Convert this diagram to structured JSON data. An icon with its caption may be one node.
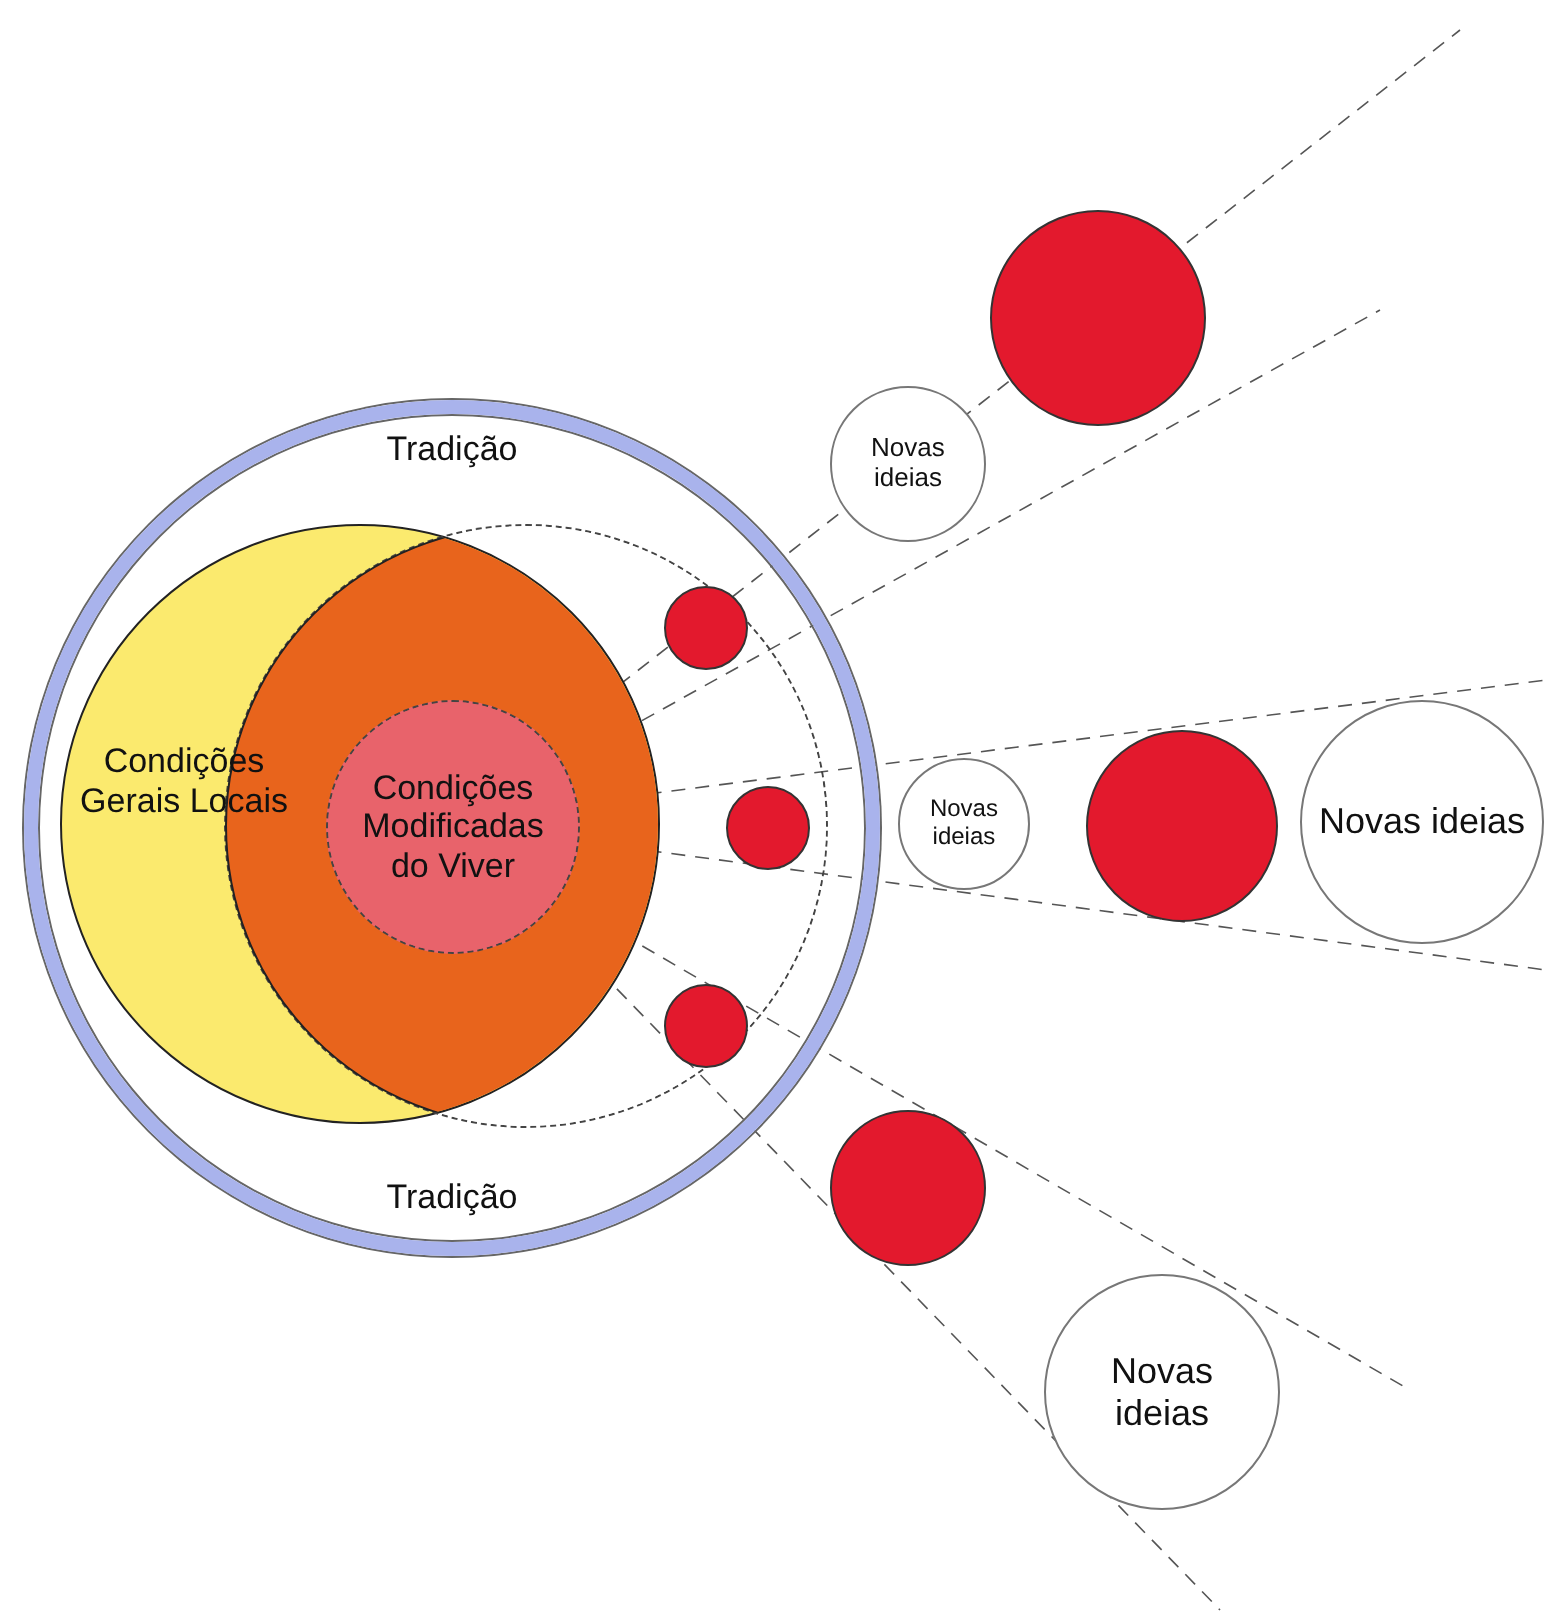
{
  "diagram": {
    "nodes": [
      {
        "text": [
          "Tradição",
          "Tradição"
        ]
      },
      {
        "text": [
          "Condições Gerais Locais"
        ],
        "in": 0
      },
      {
        "text": [],
        "shape": "circle",
        "in": 0
      },
      {
        "text": [
          "Condições Modificadas do Viver"
        ]
      },
      {
        "text": [],
        "shape": "circle",
        "in": 2
      },
      {
        "text": [],
        "shape": "circle",
        "in": 2
      },
      {
        "text": [],
        "shape": "circle",
        "in": 2
      },
      {
        "text": [],
        "shape": "circle"
      },
      {
        "text": [
          "Novas ideias"
        ]
      },
      {
        "text": [
          "Novas ideias"
        ]
      },
      {
        "text": [],
        "shape": "circle"
      },
      {
        "text": [
          "Novas ideias"
        ]
      },
      {
        "text": [],
        "shape": "circle"
      },
      {
        "text": [
          "Novas ideias"
        ]
      }
    ]
  }
}
